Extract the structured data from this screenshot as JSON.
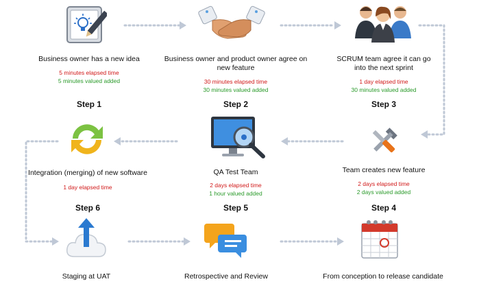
{
  "steps": [
    {
      "id": 1,
      "desc": "Business owner has a new idea",
      "elapsed": "5 minutes elapsed time",
      "valued": "5 minutes valued added",
      "label": "Step 1",
      "icon": "idea-board-icon"
    },
    {
      "id": 2,
      "desc": "Business owner and product owner agree on new feature",
      "elapsed": "30 minutes elapsed time",
      "valued": "30 minutes valued added",
      "label": "Step 2",
      "icon": "handshake-icon"
    },
    {
      "id": 3,
      "desc": "SCRUM team agree it can go into the next sprint",
      "elapsed": "1 day elapsed time",
      "valued": "30 minutes valued added",
      "label": "Step 3",
      "icon": "team-icon"
    },
    {
      "id": 4,
      "desc": "Team creates new feature",
      "elapsed": "2 days elapsed time",
      "valued": "2 days valued added",
      "label": "Step 4",
      "icon": "tools-icon"
    },
    {
      "id": 5,
      "desc": "QA Test Team",
      "elapsed": "2 days elapsed time",
      "valued": "1 hour valued added",
      "label": "Step 5",
      "icon": "monitor-magnifier-icon"
    },
    {
      "id": 6,
      "desc": "Integration (merging) of new software",
      "elapsed": "1 day elapsed time",
      "valued": "",
      "label": "Step 6",
      "icon": "sync-arrows-icon"
    }
  ],
  "bottom": [
    {
      "desc": "Staging at UAT",
      "icon": "cloud-upload-icon"
    },
    {
      "desc": "Retrospective and Review",
      "icon": "chat-bubbles-icon"
    },
    {
      "desc": "From conception to release candidate",
      "icon": "calendar-icon"
    }
  ],
  "colors": {
    "elapsed": "#d11a1a",
    "valued": "#2a9a2a",
    "connector": "#bfc8d6"
  }
}
